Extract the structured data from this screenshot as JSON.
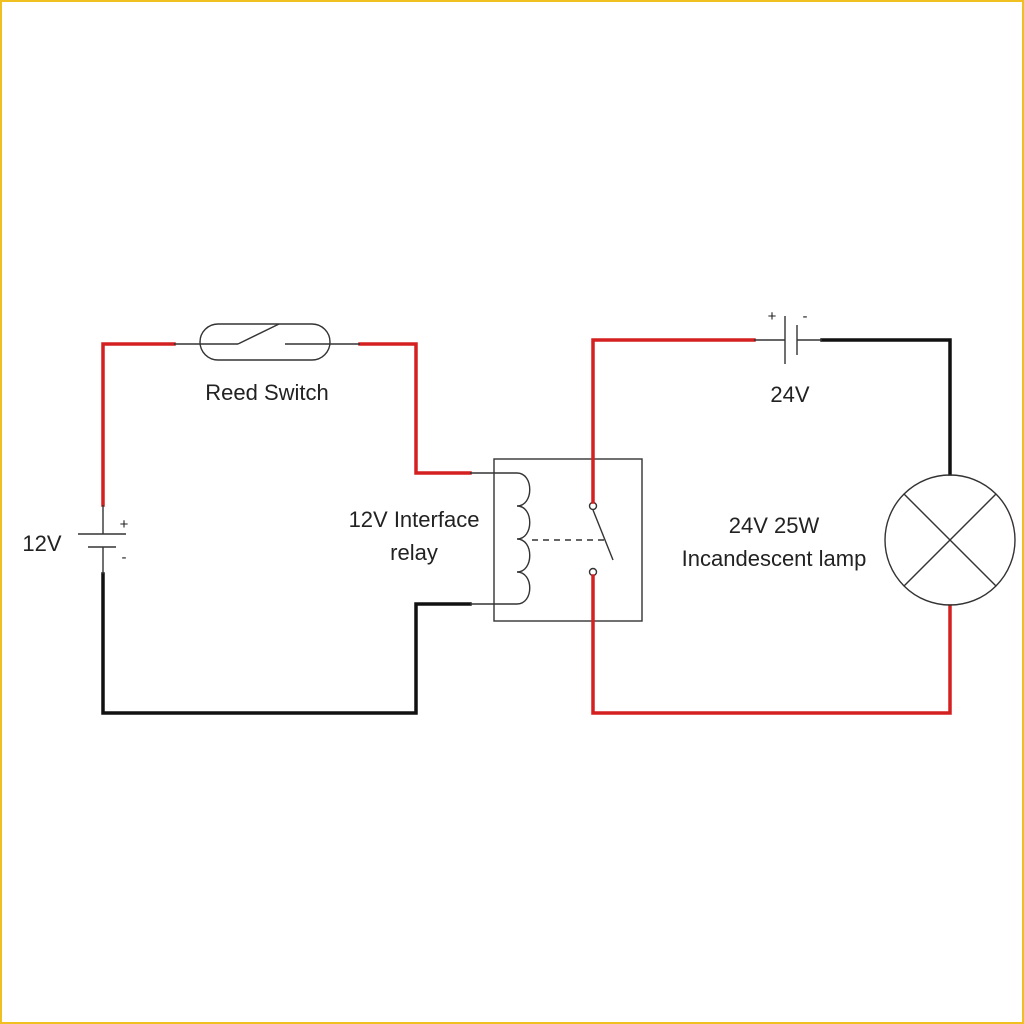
{
  "colors": {
    "frame": "#f0c020",
    "wire_positive": "#d42020",
    "wire_negative": "#111111",
    "symbol": "#333333"
  },
  "labels": {
    "reed_switch": "Reed Switch",
    "battery_12v": "12V",
    "battery_12v_plus": "+",
    "battery_12v_minus": "-",
    "relay_line1": "12V Interface",
    "relay_line2": "relay",
    "battery_24v": "24V",
    "battery_24v_plus": "+",
    "battery_24v_minus": "-",
    "lamp_line1": "24V 25W",
    "lamp_line2": "Incandescent lamp"
  },
  "components": {
    "reed_switch": "reed-switch-symbol",
    "battery_12v": "battery-symbol",
    "relay": "relay-coil-and-contact-symbol",
    "battery_24v": "battery-symbol",
    "lamp": "lamp-cross-circle-symbol"
  }
}
